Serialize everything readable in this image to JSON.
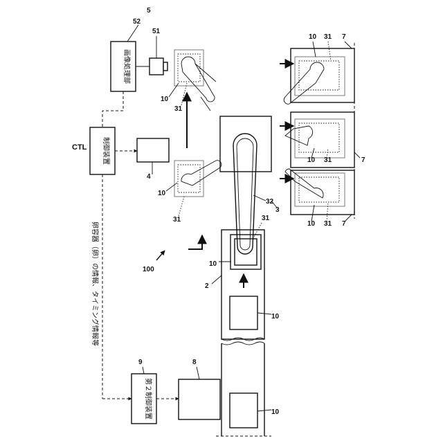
{
  "blocks": {
    "ctl_label": "CTL",
    "ctl_text": "制御装置",
    "image_proc_text": "画像処理部",
    "second_ctl_text": "第２制御装置",
    "info_text": "卵容器（卵）の情報、タイミング情報等"
  },
  "refs": {
    "r100": "100",
    "r2": "2",
    "r3": "3",
    "r4": "4",
    "r5": "5",
    "r51": "51",
    "r52": "52",
    "r8": "8",
    "r9": "9",
    "r7a": "7",
    "r7b": "7",
    "r7c": "7",
    "r10": "10",
    "r31": "31",
    "r32": "32"
  }
}
